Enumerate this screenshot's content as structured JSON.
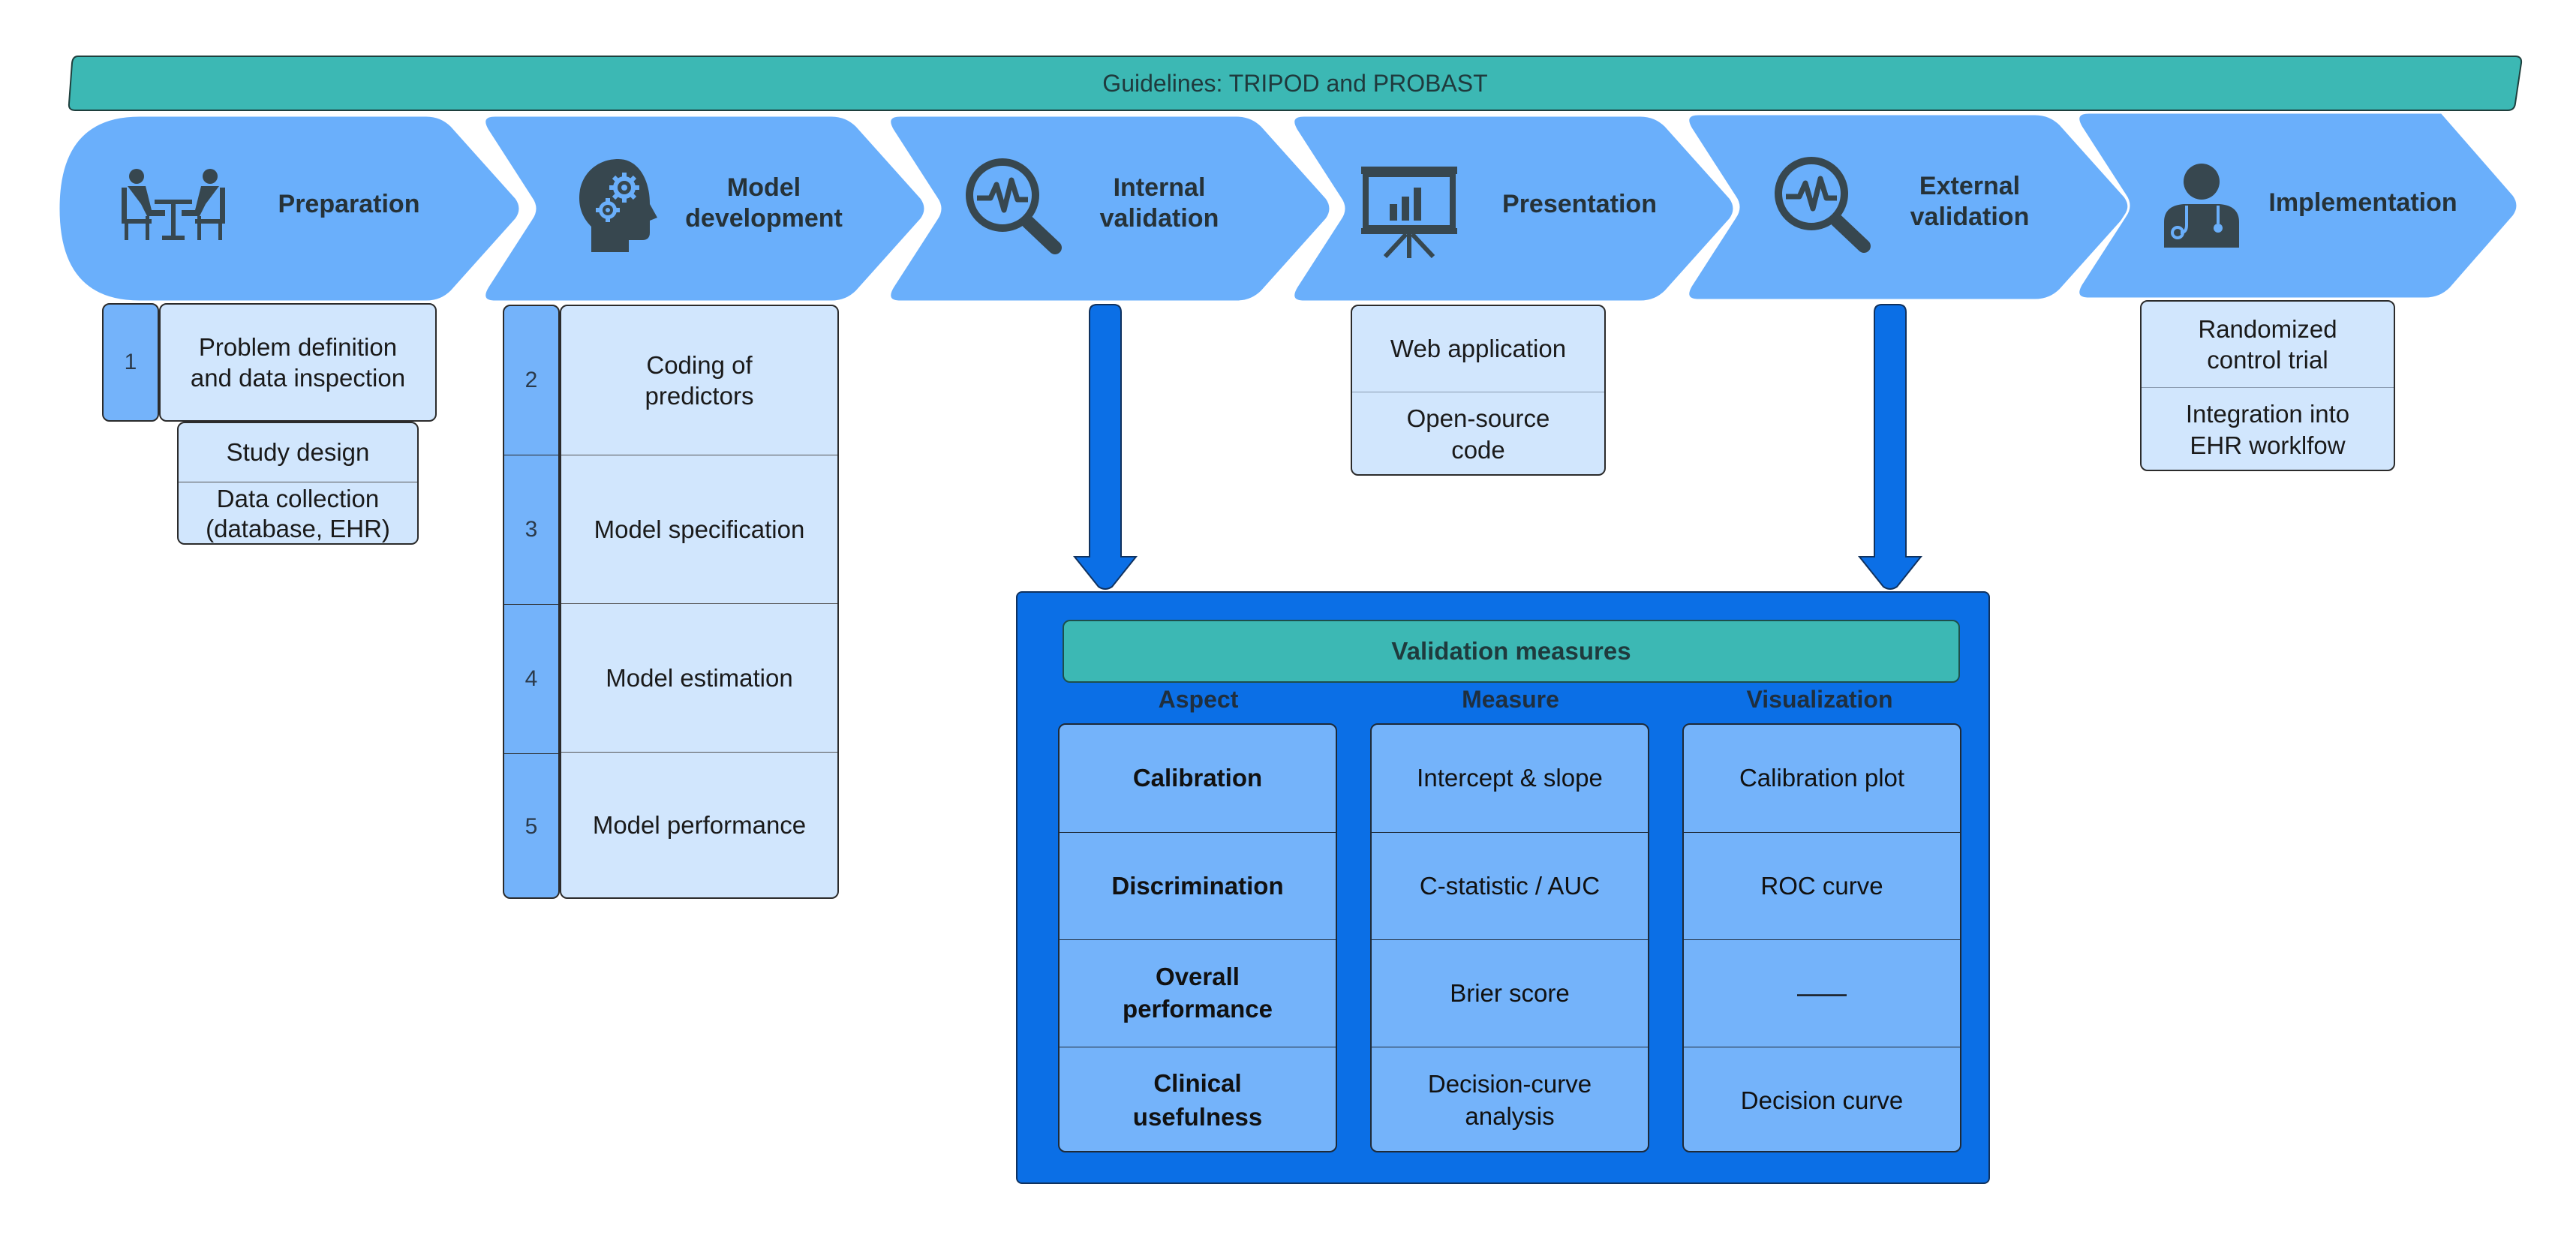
{
  "guidelines": {
    "text": "Guidelines: TRIPOD and PROBAST"
  },
  "stages": [
    {
      "label": "Preparation",
      "icon": "meeting-icon"
    },
    {
      "label": "Model\ndevelopment",
      "icon": "head-gears-icon"
    },
    {
      "label": "Internal\nvalidation",
      "icon": "magnifier-pulse-icon"
    },
    {
      "label": "Presentation",
      "icon": "presentation-board-icon"
    },
    {
      "label": "External\nvalidation",
      "icon": "magnifier-pulse-icon"
    },
    {
      "label": "Implementation",
      "icon": "doctor-icon"
    }
  ],
  "preparation": {
    "step_number": "1",
    "problem": "Problem definition\nand data inspection",
    "sub_items": [
      "Study design",
      "Data collection\n(database, EHR)"
    ]
  },
  "model_development": {
    "steps": [
      {
        "number": "2",
        "label": "Coding of\npredictors"
      },
      {
        "number": "3",
        "label": "Model specification"
      },
      {
        "number": "4",
        "label": "Model estimation"
      },
      {
        "number": "5",
        "label": "Model performance"
      }
    ]
  },
  "presentation": {
    "items": [
      "Web application",
      "Open-source\ncode"
    ]
  },
  "implementation": {
    "items": [
      "Randomized\ncontrol trial",
      "Integration into\nEHR worklfow"
    ]
  },
  "validation": {
    "title": "Validation measures",
    "headers": {
      "aspect": "Aspect",
      "measure": "Measure",
      "visualization": "Visualization"
    },
    "aspects": [
      "Calibration",
      "Discrimination",
      "Overall\nperformance",
      "Clinical\nusefulness"
    ],
    "measures": [
      "Intercept & slope",
      "C-statistic / AUC",
      "Brier score",
      "Decision-curve\nanalysis"
    ],
    "visualizations": [
      "Calibration plot",
      "ROC curve",
      "——",
      "Decision curve"
    ]
  },
  "colors": {
    "teal": "#3cb8b4",
    "chevron_blue": "#6aaffb",
    "light_box": "#d1e6fd",
    "medium_box": "#74b3fa",
    "arrow_blue": "#0b6fe6",
    "icon_dark": "#37474f"
  }
}
